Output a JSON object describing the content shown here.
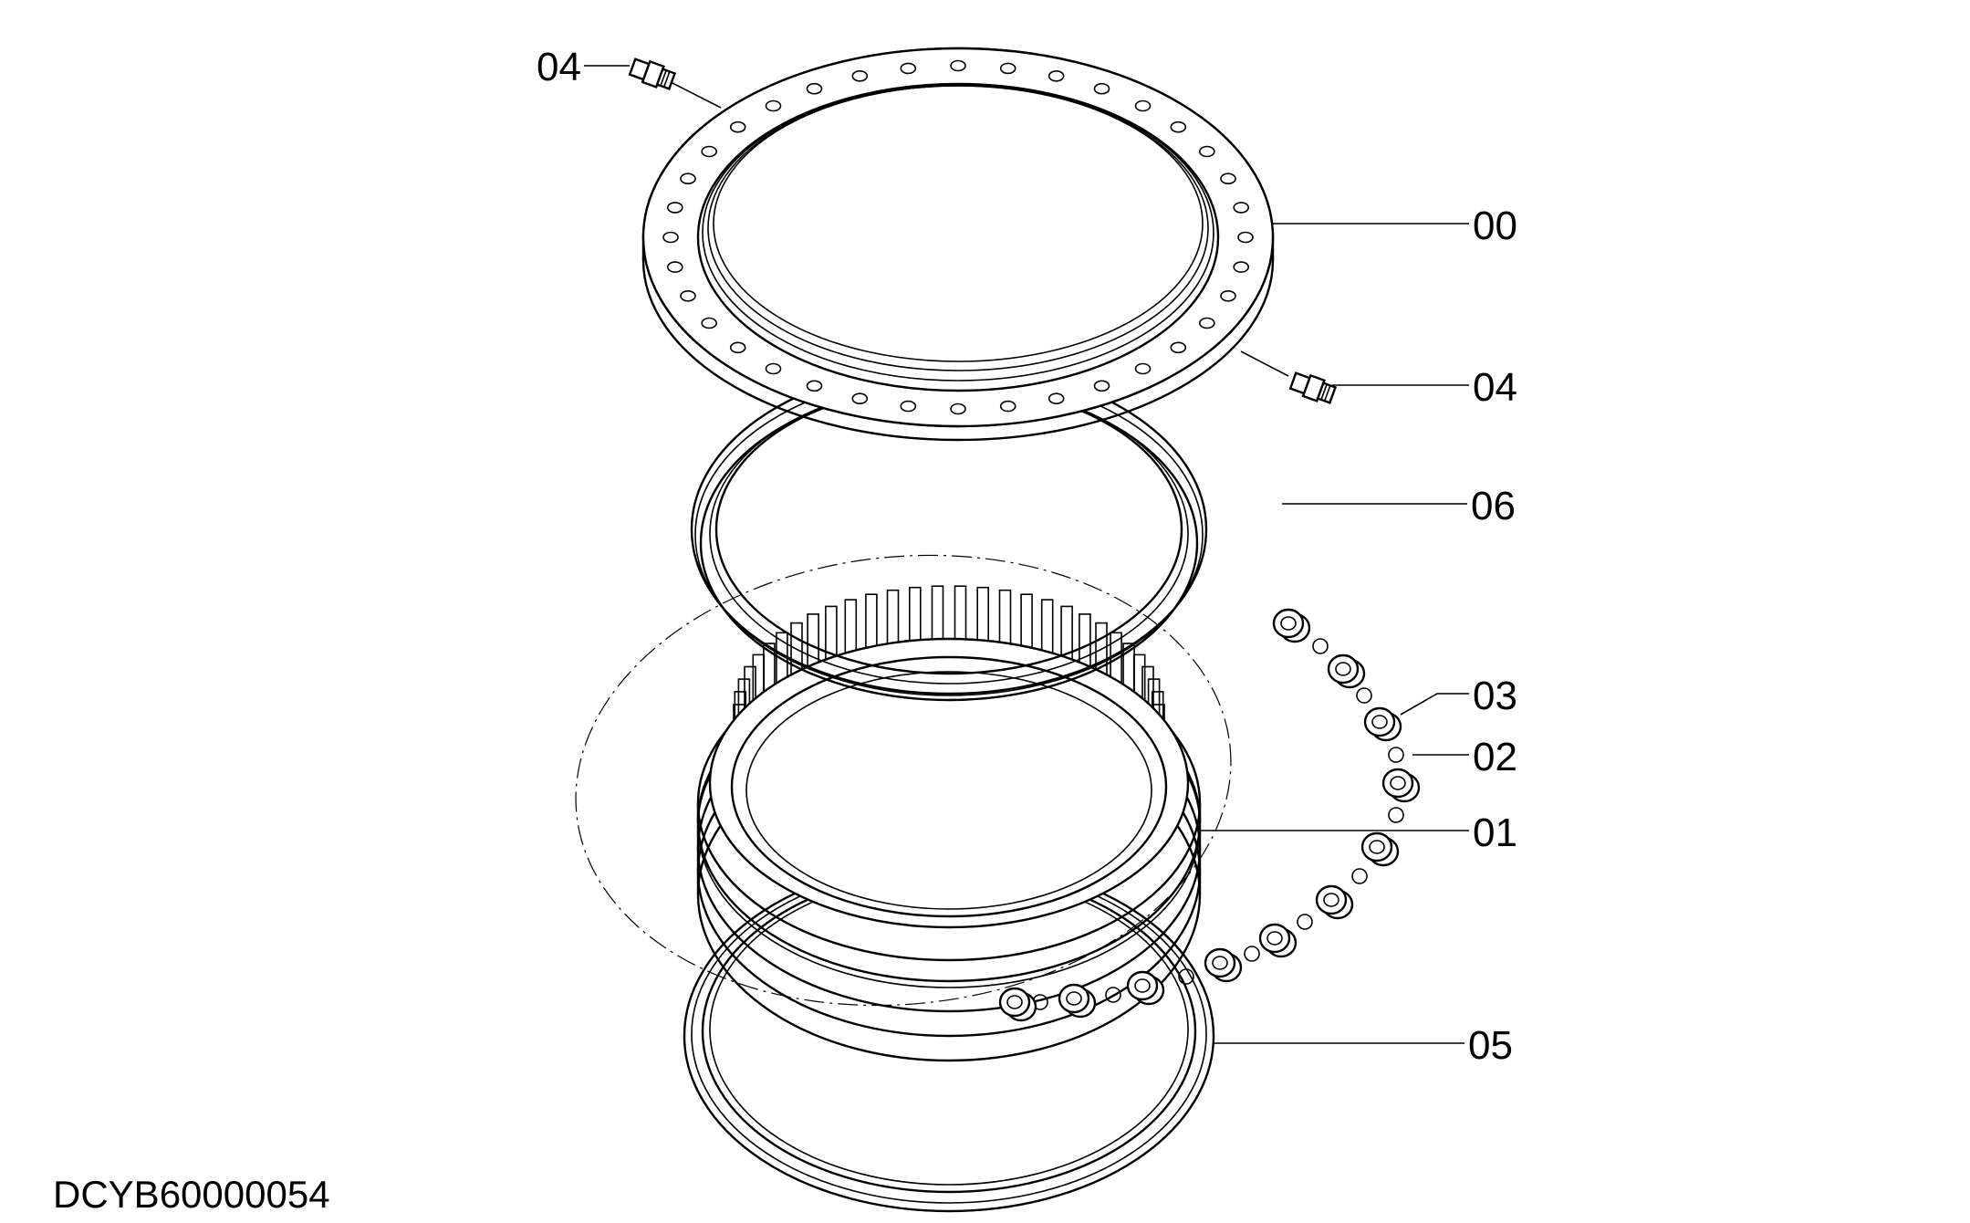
{
  "drawing_id": "DCYB60000054",
  "callouts": {
    "fitting_top": "04",
    "ring_gear": "00",
    "fitting_right": "04",
    "seal_upper": "06",
    "spacer": "03",
    "ball": "02",
    "inner_race": "01",
    "seal_lower": "05"
  },
  "colors": {
    "line": "#000000",
    "background": "#ffffff"
  }
}
